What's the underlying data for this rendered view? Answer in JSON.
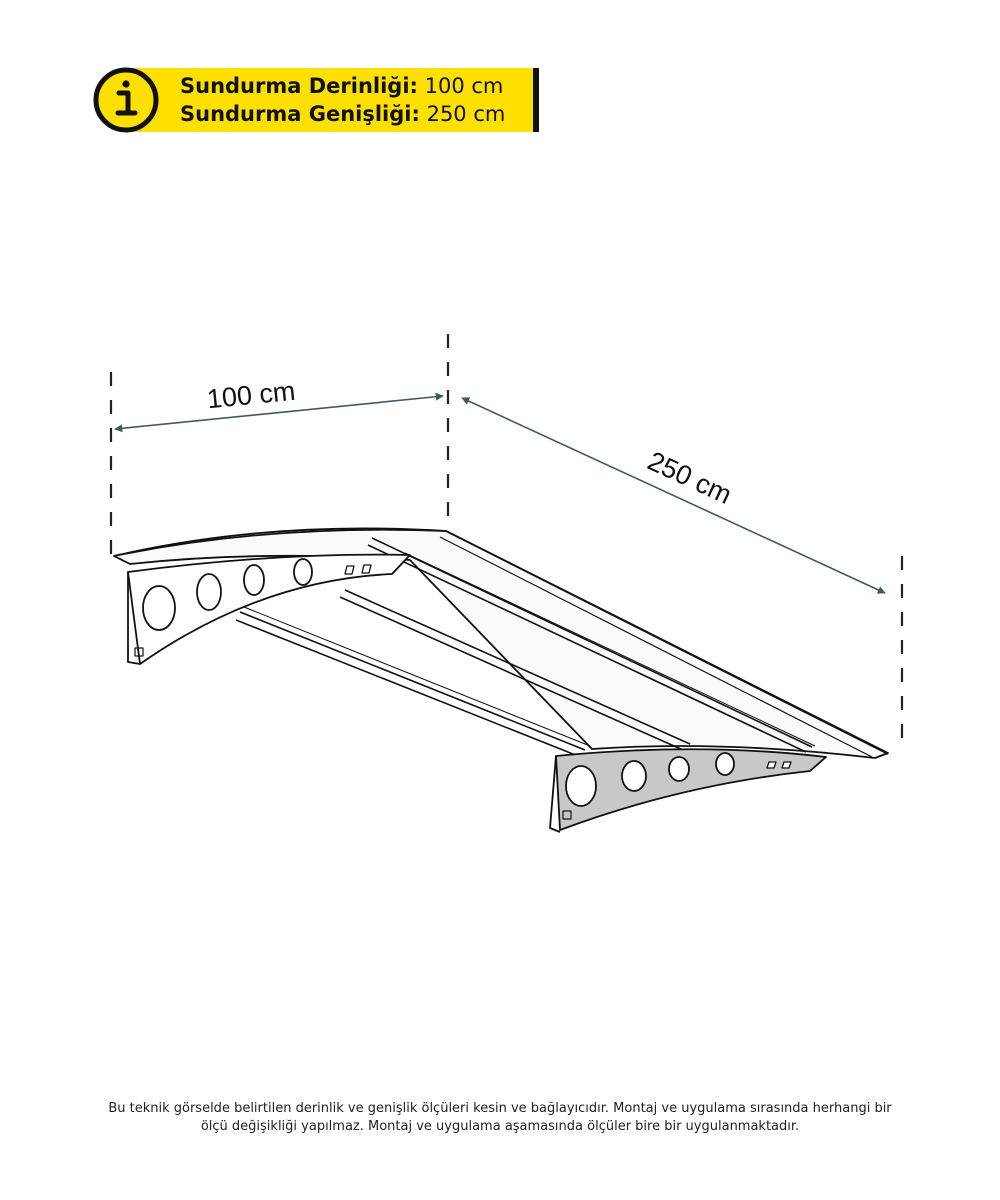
{
  "info": {
    "icon": "info-icon",
    "depth_label": "Sundurma Derinliği:",
    "depth_value": "100 cm",
    "width_label": "Sundurma Genişliği:",
    "width_value": "250 cm",
    "banner_color": "#fde000",
    "bar_color": "#111111"
  },
  "dimensions": {
    "depth_text": "100 cm",
    "width_text": "250 cm",
    "line_color": "#3f5a5e"
  },
  "product": {
    "type": "canopy-awning",
    "brackets": 2,
    "rails": 3,
    "bracket_holes": 4,
    "bracket_slots": 2
  },
  "footnote": {
    "line1": "Bu teknik görselde belirtilen derinlik ve genişlik ölçüleri kesin ve bağlayıcıdır. Montaj ve uygulama sırasında herhangi bir",
    "line2": "ölçü değişikliği yapılmaz. Montaj ve uygulama aşamasında ölçüler bire bir uygulanmaktadır."
  }
}
